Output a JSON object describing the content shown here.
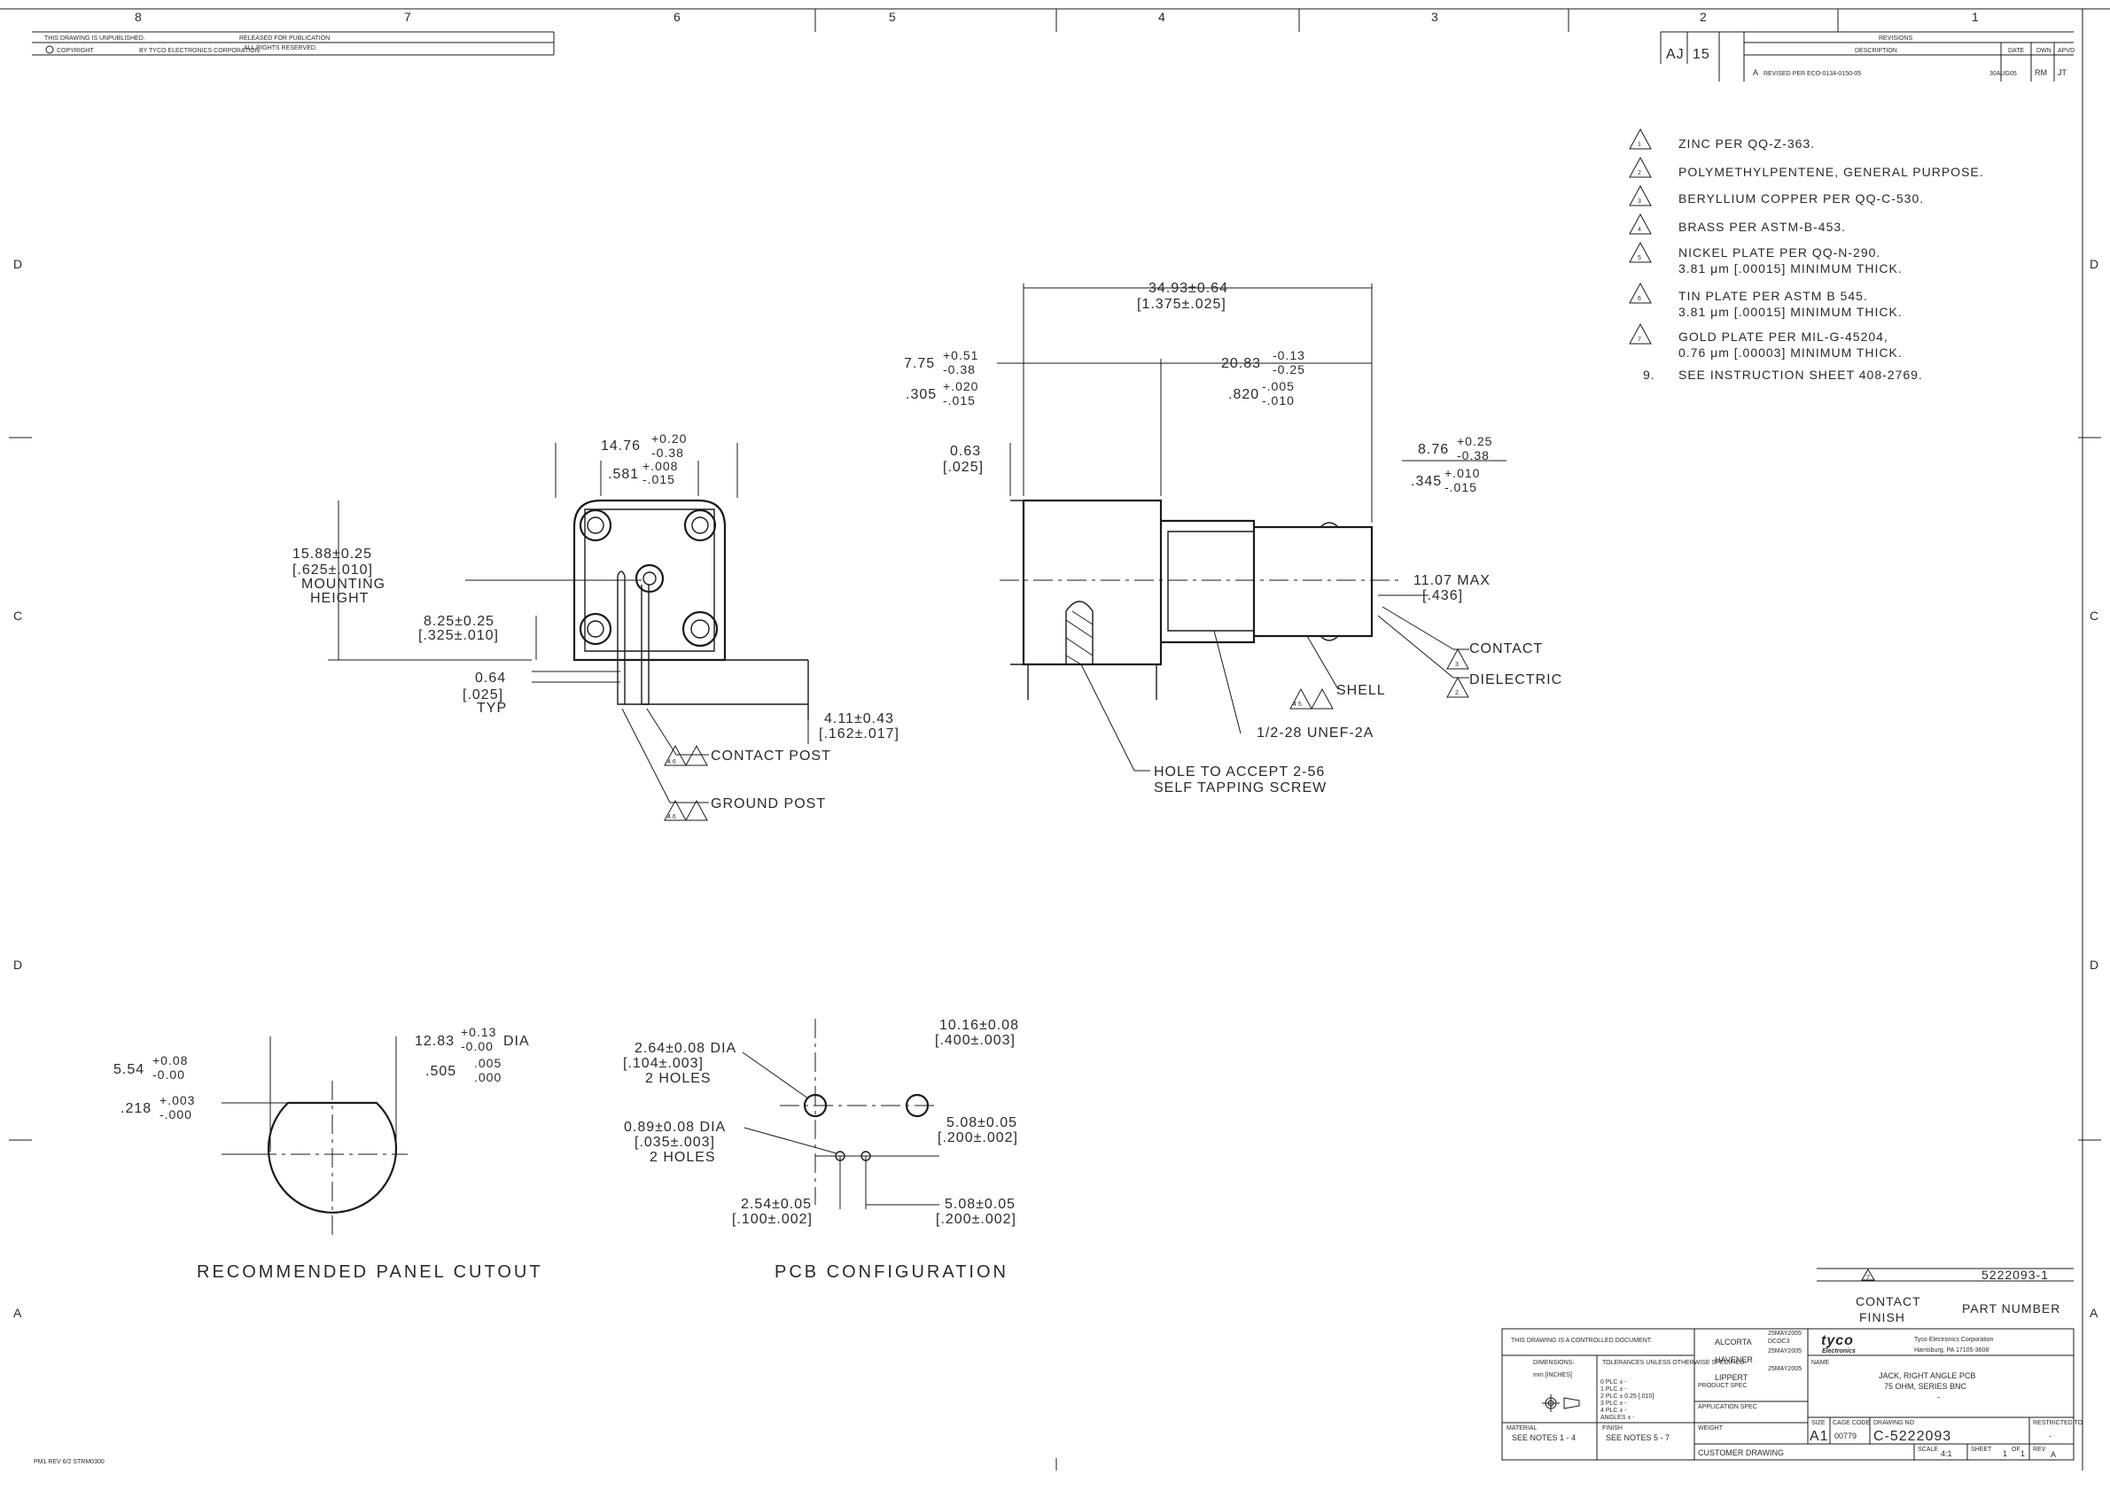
{
  "zones": {
    "columns": [
      "8",
      "7",
      "6",
      "5",
      "4",
      "3",
      "2",
      "1"
    ],
    "rows": [
      "D",
      "C",
      "D",
      "A"
    ]
  },
  "header": {
    "drawing_status": "THIS DRAWING IS UNPUBLISHED.",
    "release": "RELEASED FOR PUBLICATION",
    "copyright": "COPYRIGHT",
    "copyright_owner": "BY TYCO ELECTRONICS CORPORATION.",
    "rights": "ALL RIGHTS RESERVED."
  },
  "revisions": {
    "title": "REVISIONS",
    "loc": "AJ",
    "dist": "15",
    "ltr": "A",
    "desc_header": "DESCRIPTION",
    "description": "REVISED PER ECO-0134-0150-05",
    "date_header": "DATE",
    "dwn_header": "DWN",
    "apvd_header": "APVD",
    "date": "30AUG05",
    "dwn": "RM",
    "apvd": "JT"
  },
  "notes": [
    {
      "n": "1",
      "text": "ZINC PER QQ-Z-363.",
      "text2": ""
    },
    {
      "n": "2",
      "text": "POLYMETHYLPENTENE, GENERAL PURPOSE.",
      "text2": ""
    },
    {
      "n": "3",
      "text": "BERYLLIUM COPPER PER QQ-C-530.",
      "text2": ""
    },
    {
      "n": "4",
      "text": "BRASS PER ASTM-B-453.",
      "text2": ""
    },
    {
      "n": "5",
      "text": "NICKEL PLATE PER QQ-N-290.",
      "text2": "3.81 μm [.00015] MINIMUM THICK."
    },
    {
      "n": "6",
      "text": "TIN PLATE PER ASTM B 545.",
      "text2": "3.81 μm [.00015] MINIMUM THICK."
    },
    {
      "n": "7",
      "text": "GOLD PLATE PER MIL-G-45204,",
      "text2": "0.76 μm [.00003] MINIMUM THICK."
    },
    {
      "n": "9.",
      "text": "SEE INSTRUCTION SHEET 408-2769.",
      "text2": ""
    }
  ],
  "front_view": {
    "width_mm": "14.76",
    "width_tol_plus": "+0.20",
    "width_tol_minus": "-0.38",
    "width_in": ".581",
    "width_in_plus": "+.008",
    "width_in_minus": "-.015",
    "height_mm": "15.88±0.25",
    "height_in": "[.625±.010]",
    "height_label1": "MOUNTING",
    "height_label2": "HEIGHT",
    "offset_mm": "8.25±0.25",
    "offset_in": "[.325±.010]",
    "post_mm": "0.64",
    "post_in": "[.025]",
    "post_typ": "TYP",
    "length_mm": "4.11±0.43",
    "length_in": "[.162±.017]",
    "contact_post": "CONTACT POST",
    "ground_post": "GROUND POST",
    "contact_flags": "4 6",
    "ground_flags": "4 6"
  },
  "side_view": {
    "overall_mm": "34.93±0.64",
    "overall_in": "[1.375±.025]",
    "a_mm": "7.75",
    "a_plus": "+0.51",
    "a_minus": "-0.38",
    "a_in": ".305",
    "a_in_plus": "+.020",
    "a_in_minus": "-.015",
    "b_mm": "20.83",
    "b_plus": "-0.13",
    "b_minus": "-0.25",
    "b_in": ".820",
    "b_in_plus": "-.005",
    "b_in_minus": "-.010",
    "c_mm": "0.63",
    "c_in": "[.025]",
    "d_mm": "8.76",
    "d_plus": "+0.25",
    "d_minus": "-0.38",
    "d_in": ".345",
    "d_in_plus": "+.010",
    "d_in_minus": "-.015",
    "max_mm": "11.07 MAX",
    "max_in": "[.436]",
    "contact": "CONTACT",
    "dielectric": "DIELECTRIC",
    "shell": "SHELL",
    "thread": "1/2-28 UNEF-2A",
    "hole1": "HOLE TO ACCEPT 2-56",
    "hole2": "SELF TAPPING SCREW",
    "contact_flag": "3",
    "dielectric_flag": "2",
    "shell_flags": "4 5"
  },
  "panel_cutout": {
    "title": "RECOMMENDED PANEL CUTOUT",
    "dia_mm": "12.83",
    "dia_plus": "+0.13",
    "dia_minus": "-0.00",
    "dia_label": "DIA",
    "dia_in": ".505",
    "dia_in_plus": ".005",
    "dia_in_minus": ".000",
    "flat_mm": "5.54",
    "flat_plus": "+0.08",
    "flat_minus": "-0.00",
    "flat_in": ".218",
    "flat_in_plus": "+.003",
    "flat_in_minus": "-.000"
  },
  "pcb": {
    "title": "PCB CONFIGURATION",
    "big_hole_mm": "2.64±0.08 DIA",
    "big_hole_in": "[.104±.003]",
    "big_hole_qty": "2 HOLES",
    "small_hole_mm": "0.89±0.08 DIA",
    "small_hole_in": "[.035±.003]",
    "small_hole_qty": "2 HOLES",
    "spacing1_mm": "10.16±0.08",
    "spacing1_in": "[.400±.003]",
    "spacing2_mm": "5.08±0.05",
    "spacing2_in": "[.200±.002]",
    "spacing3_mm": "2.54±0.05",
    "spacing3_in": "[.100±.002]",
    "spacing4_mm": "5.08±0.05",
    "spacing4_in": "[.200±.002]"
  },
  "title_block": {
    "flag": "7",
    "part_number": "5222093-1",
    "contact_finish": "CONTACT",
    "finish": "FINISH",
    "part_number_label": "PART NUMBER",
    "control_doc": "THIS DRAWING IS A CONTROLLED DOCUMENT.",
    "dimensions": "DIMENSIONS:",
    "units": "mm [INCHES]",
    "tolerances": "TOLERANCES UNLESS OTHERWISE SPECIFIED:",
    "tol_lines": [
      "0 PLC  ± -",
      "1 PLC  ± -",
      "2 PLC  ± 0.25 [.010]",
      "3 PLC  ± -",
      "4 PLC  ± -",
      "ANGLES  ± -"
    ],
    "dwn": "ALCORTA",
    "dwn_date": "25MAY2005",
    "chk": "HAVENER",
    "chk_date": "25MAY2005",
    "appvd": "LIPPERT",
    "appvd_date": "25MAY2005",
    "product_spec": "PRODUCT SPEC",
    "application_spec": "APPLICATION SPEC",
    "weight": "WEIGHT",
    "material": "MATERIAL",
    "material_val": "SEE NOTES 1 - 4",
    "finish2": "FINISH",
    "finish_val": "SEE NOTES 5 - 7",
    "docs": "DCOC3",
    "company": "tyco",
    "electronics": "Electronics",
    "corp": "Tyco Electronics Corporation",
    "address": "Harrisburg, PA 17105-3608",
    "name_label": "NAME",
    "name1": "JACK, RIGHT ANGLE PCB",
    "name2": "75 OHM, SERIES BNC",
    "name3": "-",
    "size_label": "SIZE",
    "size": "A1",
    "cage_label": "CAGE CODE",
    "cage": "00779",
    "dwg_label": "DRAWING NO",
    "dwg": "C-5222093",
    "rev_label": "RESTRICTED TO",
    "rev": "-",
    "customer": "CUSTOMER DRAWING",
    "scale_label": "SCALE",
    "scale": "4:1",
    "sheet_label": "SHEET",
    "sheet": "1",
    "of": "OF",
    "sheets": "1",
    "rev_letter_label": "REV",
    "rev_letter": "A",
    "footer": "PM1 REV 6/2 STRM0300"
  }
}
